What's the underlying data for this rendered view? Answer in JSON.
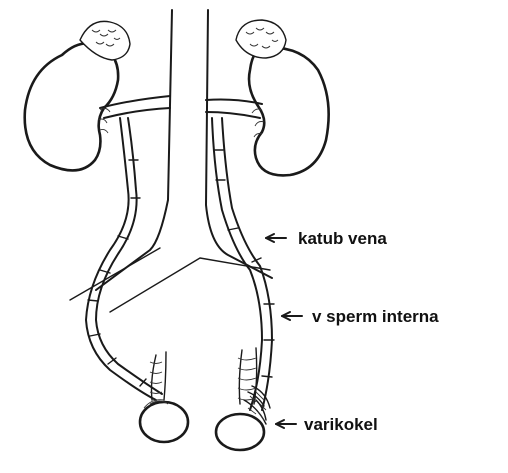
{
  "labels": {
    "valve": "katub vena",
    "internal_spermatic_vein": "v sperm interna",
    "varicocele": "varikokel"
  },
  "colors": {
    "ink": "#1a1a1a",
    "background": "#ffffff"
  }
}
